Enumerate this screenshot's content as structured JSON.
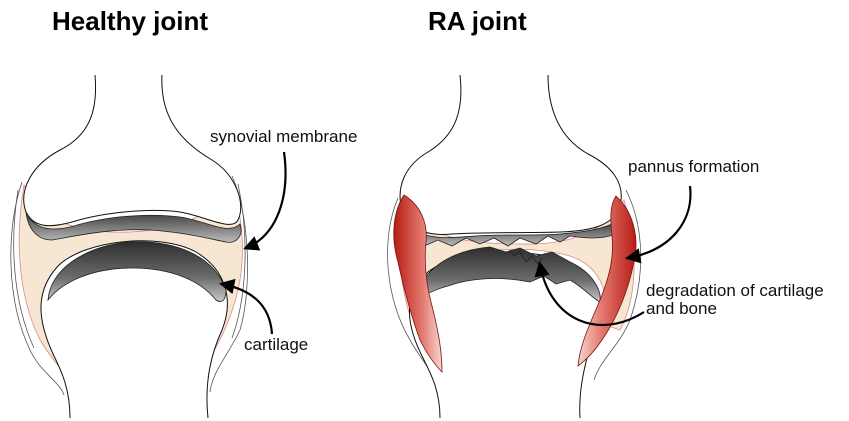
{
  "panels": {
    "healthy": {
      "title": "Healthy joint",
      "labels": {
        "synovial_membrane": "synovial membrane",
        "cartilage": "cartilage"
      }
    },
    "ra": {
      "title": "RA joint",
      "labels": {
        "pannus": "pannus formation",
        "degradation_line1": "degradation of cartilage",
        "degradation_line2": "and bone"
      }
    }
  },
  "colors": {
    "cartilage_dark": "#5a5a5a",
    "synovial_fluid": "#f7e6d2",
    "pannus_red": "#c8241c",
    "synovial_line": "#d98b8b"
  }
}
